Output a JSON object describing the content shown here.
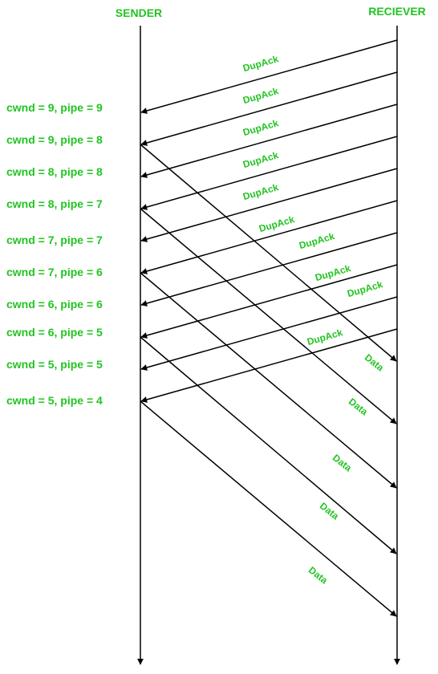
{
  "headers": {
    "sender": "SENDER",
    "receiver": "RECIEVER"
  },
  "states": [
    "cwnd = 9, pipe = 9",
    "cwnd = 9, pipe = 8",
    "cwnd = 8, pipe = 8",
    "cwnd = 8, pipe = 7",
    "cwnd = 7, pipe = 7",
    "cwnd = 7, pipe = 6",
    "cwnd = 6, pipe = 6",
    "cwnd = 6, pipe = 5",
    "cwnd = 5, pipe = 5",
    "cwnd = 5, pipe = 4"
  ],
  "dupacks": [
    "DupAck",
    "DupAck",
    "DupAck",
    "DupAck",
    "DupAck",
    "DupAck",
    "DupAck",
    "DupAck",
    "DupAck",
    "DupAck"
  ],
  "data_msgs": [
    "Data",
    "Data",
    "Data",
    "Data",
    "Data"
  ],
  "colors": {
    "label": "#22c422",
    "line": "#000000"
  }
}
